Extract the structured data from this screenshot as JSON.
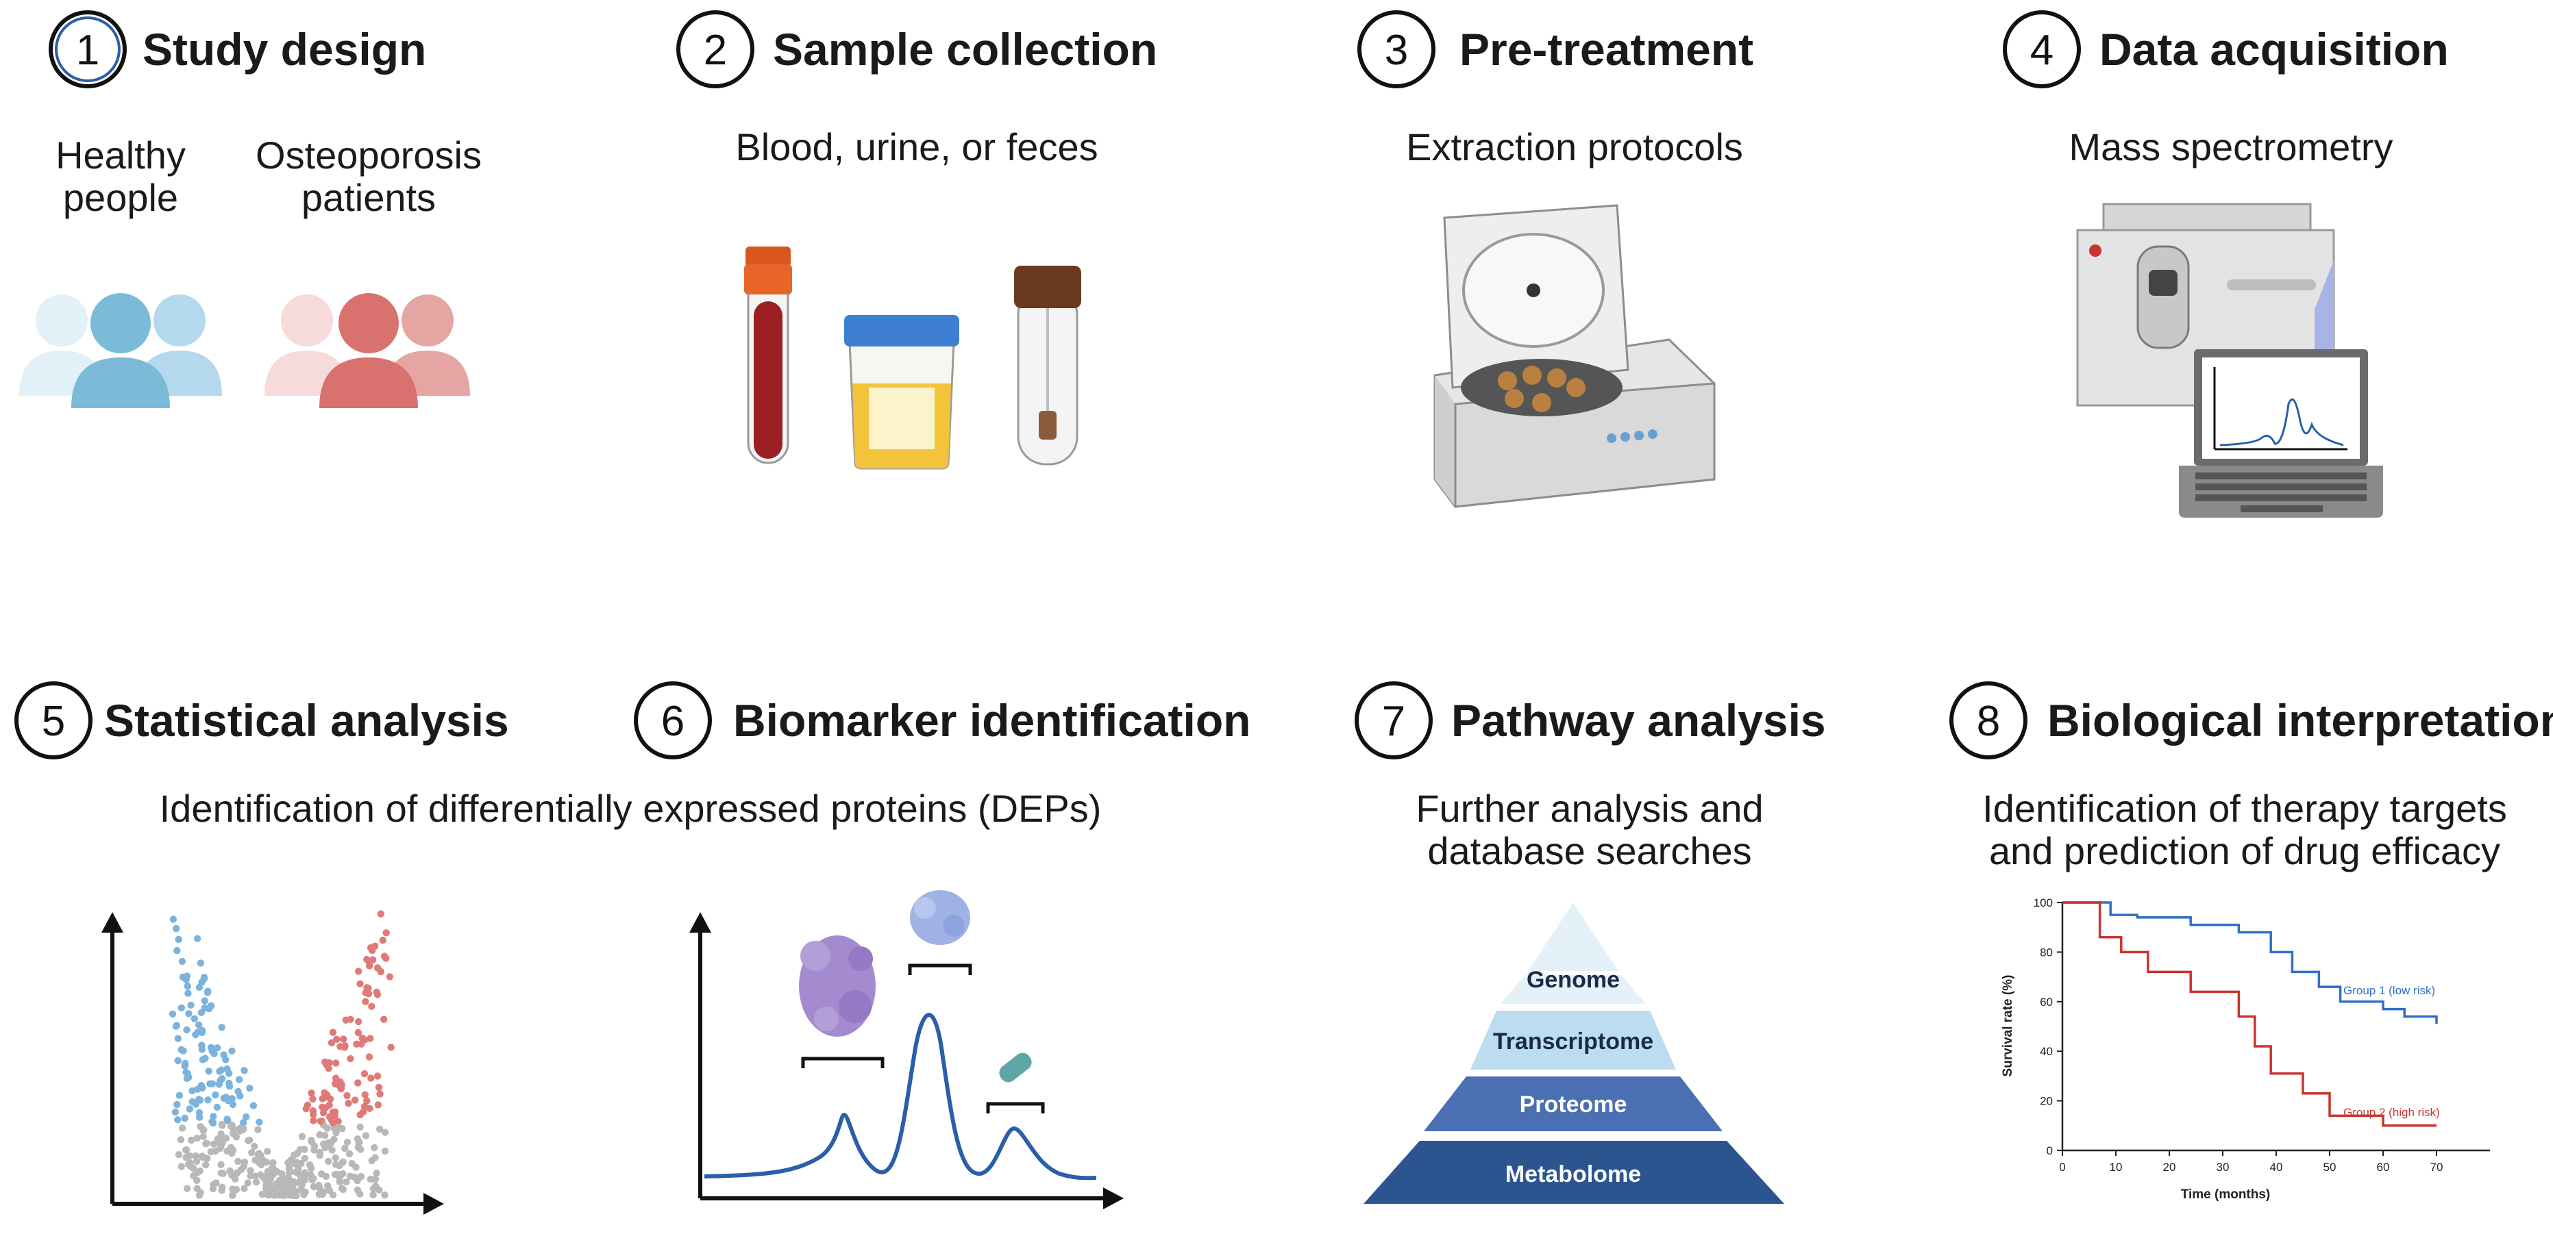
{
  "steps": [
    {
      "num": "1",
      "title": "Study design"
    },
    {
      "num": "2",
      "title": "Sample collection"
    },
    {
      "num": "3",
      "title": "Pre-treatment"
    },
    {
      "num": "4",
      "title": "Data acquisition"
    },
    {
      "num": "5",
      "title": "Statistical analysis"
    },
    {
      "num": "6",
      "title": "Biomarker identification"
    },
    {
      "num": "7",
      "title": "Pathway analysis"
    },
    {
      "num": "8",
      "title": "Biological interpretation"
    }
  ],
  "step1": {
    "group_a_line1": "Healthy",
    "group_a_line2": "people",
    "group_b_line1": "Osteoporosis",
    "group_b_line2": "patients"
  },
  "step2": {
    "subtitle": "Blood, urine, or feces"
  },
  "step3": {
    "subtitle": "Extraction protocols"
  },
  "step4": {
    "subtitle": "Mass spectrometry"
  },
  "step56": {
    "subtitle": "Identification of differentially expressed proteins (DEPs)"
  },
  "step7": {
    "subtitle_line1": "Further analysis and",
    "subtitle_line2": "database searches",
    "pyramid": [
      "Genome",
      "Transcriptome",
      "Proteome",
      "Metabolome"
    ]
  },
  "step8": {
    "subtitle_line1": "Identification of therapy targets",
    "subtitle_line2": "and prediction of drug efficacy"
  },
  "colors": {
    "healthy": "#7bbbd8",
    "patient": "#d9716e",
    "group1": "#2f6fc9",
    "group2": "#c8342e",
    "pyramid": [
      "#e4f1f8",
      "#bcdcf0",
      "#4a6fb3",
      "#2c5590"
    ]
  },
  "chart_data": {
    "type": "line",
    "title": "",
    "xlabel": "Time (months)",
    "ylabel": "Survival rate (%)",
    "xlim": [
      0,
      80
    ],
    "ylim": [
      0,
      100
    ],
    "xticks": [
      0,
      10,
      20,
      30,
      40,
      50,
      60,
      70
    ],
    "yticks": [
      0,
      20,
      40,
      60,
      80,
      100
    ],
    "series": [
      {
        "name": "Group 1 (low risk)",
        "step": true,
        "x": [
          0,
          5,
          9,
          14,
          24,
          33,
          39,
          43,
          48,
          52,
          60,
          64,
          70
        ],
        "y": [
          100,
          100,
          95,
          94,
          91,
          88,
          80,
          72,
          66,
          60,
          57,
          54,
          51
        ]
      },
      {
        "name": "Group 2 (high risk)",
        "step": true,
        "x": [
          0,
          4,
          7,
          11,
          16,
          24,
          33,
          36,
          39,
          45,
          50,
          60,
          70
        ],
        "y": [
          100,
          100,
          86,
          80,
          72,
          64,
          54,
          42,
          31,
          23,
          14,
          10,
          10
        ]
      }
    ]
  }
}
